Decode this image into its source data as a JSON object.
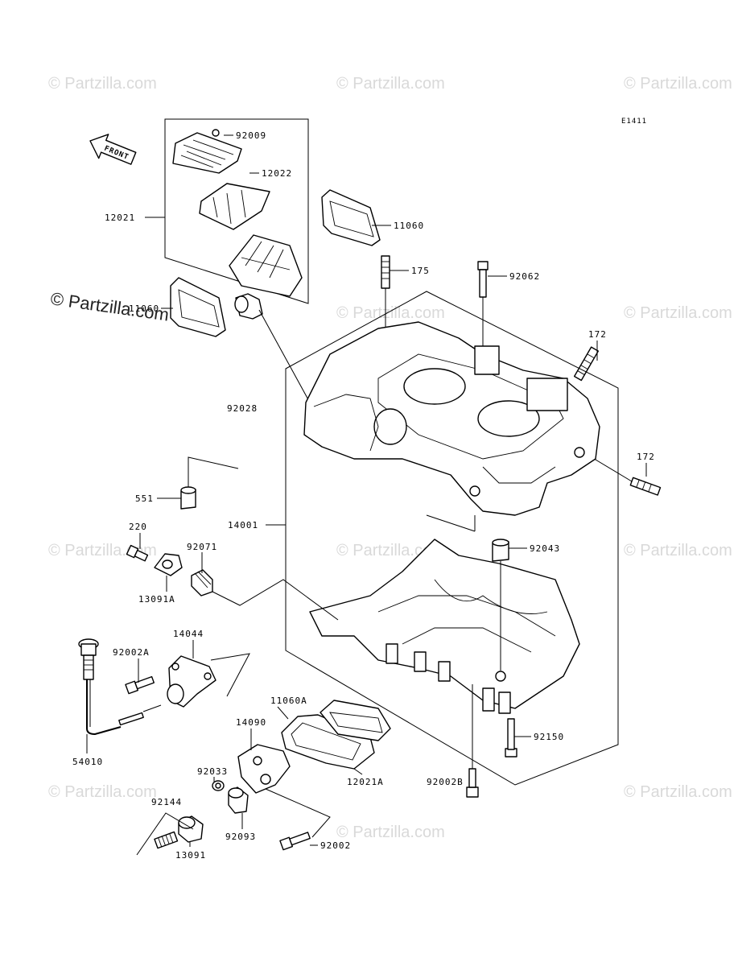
{
  "diagram_code": "E1411",
  "front_arrow_text": "FRONT",
  "watermark_text": "© Partzilla.com",
  "overlay_watermark_text": "© Partzilla.com",
  "parts": [
    {
      "id": "p92009",
      "label": "92009"
    },
    {
      "id": "p12022",
      "label": "12022"
    },
    {
      "id": "p12021",
      "label": "12021"
    },
    {
      "id": "p11060",
      "label": "11060"
    },
    {
      "id": "p11060b",
      "label": "11060"
    },
    {
      "id": "p175",
      "label": "175"
    },
    {
      "id": "p92062",
      "label": "92062"
    },
    {
      "id": "p172a",
      "label": "172"
    },
    {
      "id": "p172b",
      "label": "172"
    },
    {
      "id": "p92028",
      "label": "92028"
    },
    {
      "id": "p551",
      "label": "551"
    },
    {
      "id": "p14001",
      "label": "14001"
    },
    {
      "id": "p220",
      "label": "220"
    },
    {
      "id": "p92071",
      "label": "92071"
    },
    {
      "id": "p13091A",
      "label": "13091A"
    },
    {
      "id": "p92043",
      "label": "92043"
    },
    {
      "id": "p92002A",
      "label": "92002A"
    },
    {
      "id": "p14044",
      "label": "14044"
    },
    {
      "id": "p11060A",
      "label": "11060A"
    },
    {
      "id": "p14090",
      "label": "14090"
    },
    {
      "id": "p92150",
      "label": "92150"
    },
    {
      "id": "p54010",
      "label": "54010"
    },
    {
      "id": "p12021A",
      "label": "12021A"
    },
    {
      "id": "p92002B",
      "label": "92002B"
    },
    {
      "id": "p92033",
      "label": "92033"
    },
    {
      "id": "p92144",
      "label": "92144"
    },
    {
      "id": "p92093",
      "label": "92093"
    },
    {
      "id": "p92002",
      "label": "92002"
    },
    {
      "id": "p13091",
      "label": "13091"
    }
  ]
}
